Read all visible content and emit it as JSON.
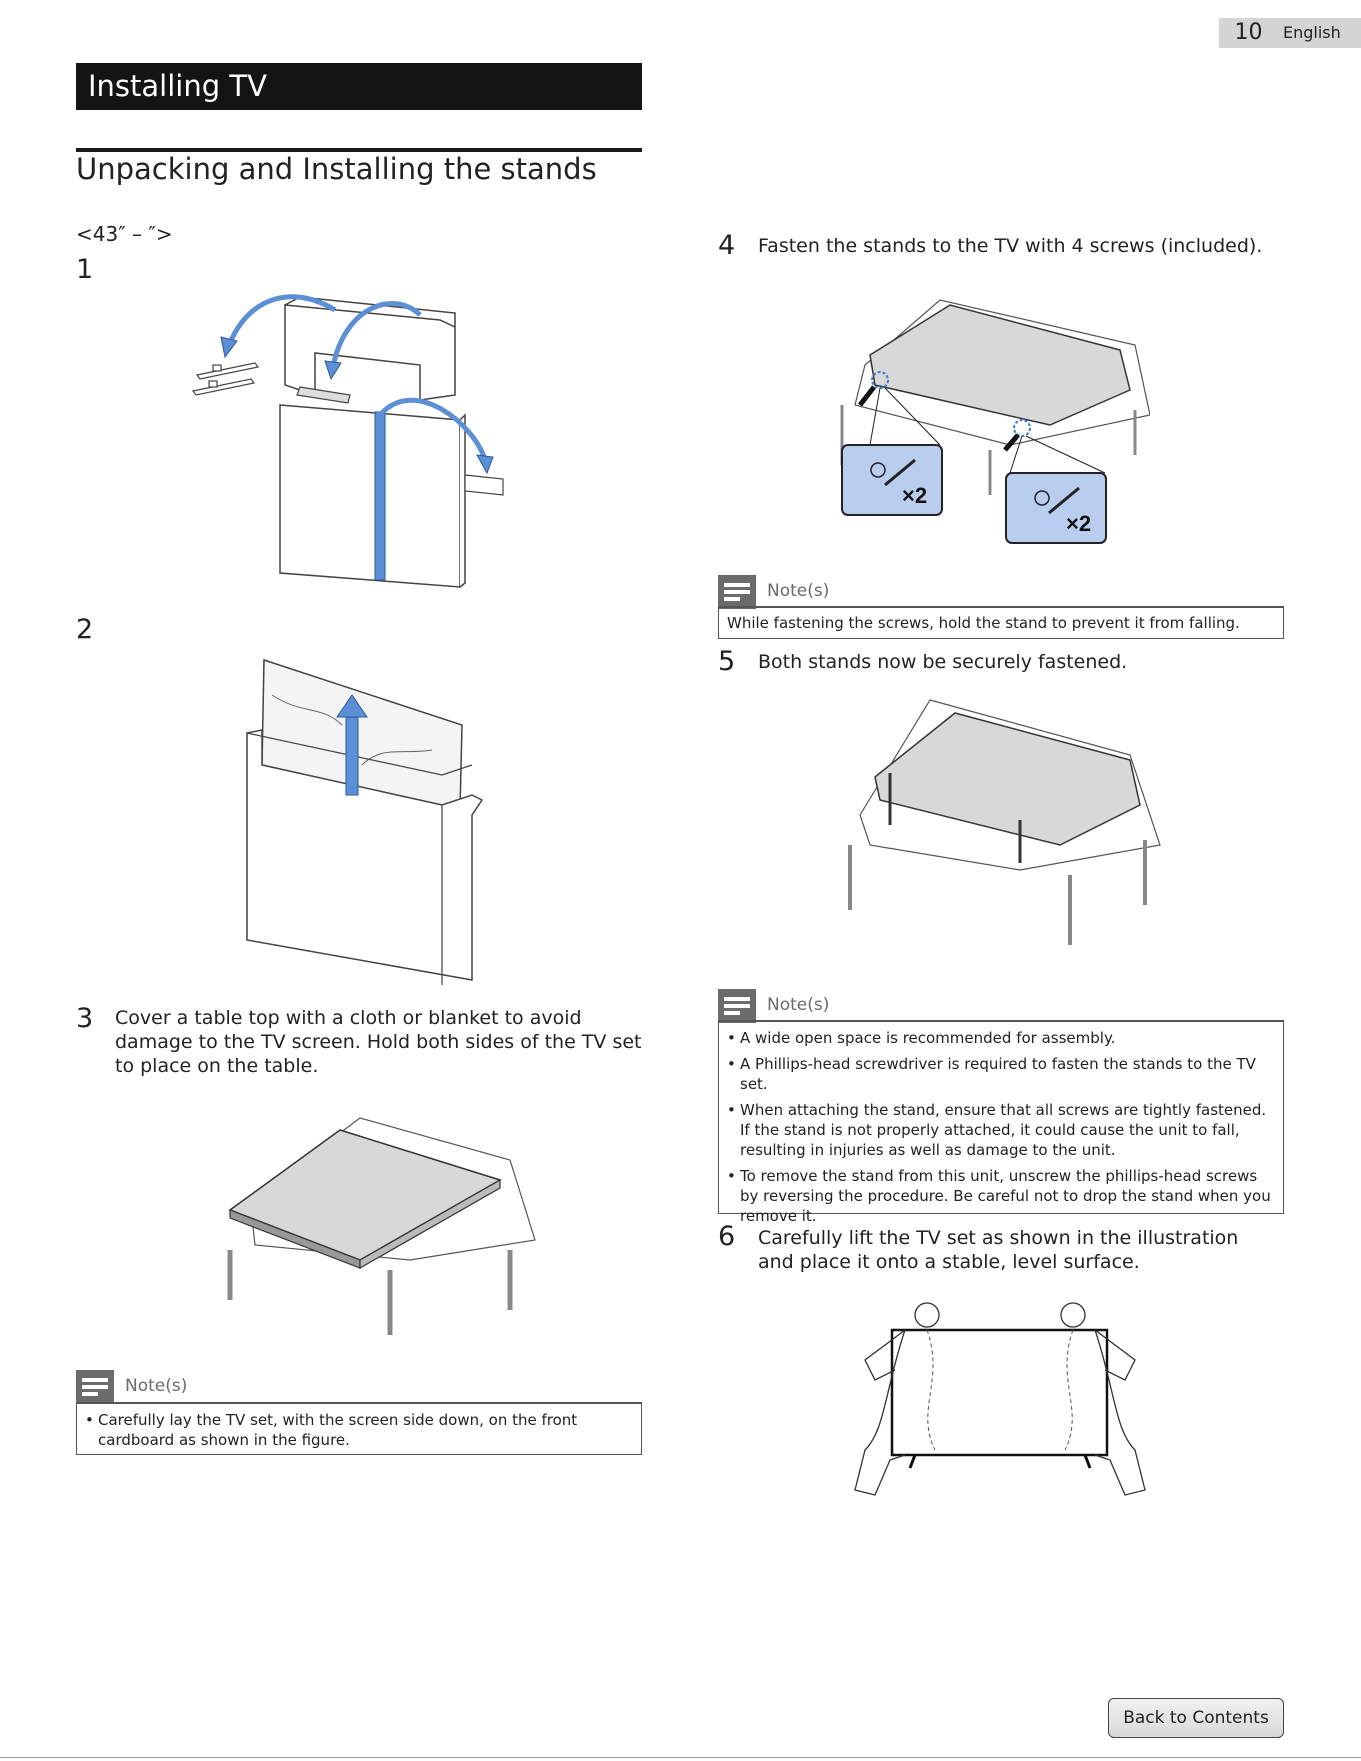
{
  "header": {
    "page_number": "10",
    "language": "English"
  },
  "section_title": "Installing TV",
  "subsection_title": "Unpacking and Installing the stands",
  "size_label": "<43″ –      ″>",
  "steps": {
    "s1": {
      "num": "1",
      "text": ""
    },
    "s2": {
      "num": "2",
      "text": ""
    },
    "s3": {
      "num": "3",
      "text": "Cover a table top with a cloth or blanket to avoid damage to the TV screen. Hold both sides of the TV set to place on the table."
    },
    "s4": {
      "num": "4",
      "text": "Fasten the stands to the TV with 4 screws (included)."
    },
    "s5": {
      "num": "5",
      "text": "Both stands now be securely fastened."
    },
    "s6": {
      "num": "6",
      "text": "Carefully lift the TV set as shown in the illustration and place it onto a stable, level surface."
    }
  },
  "notes": {
    "label": "Note(s)",
    "n1": {
      "items": [
        "Carefully lay the TV set, with the screen side down, on the front cardboard as shown in the figure."
      ]
    },
    "n2": {
      "text": "While fastening the screws, hold the stand to prevent it from falling."
    },
    "n3": {
      "items": [
        "A wide open space is recommended for assembly.",
        "A Phillips-head screwdriver is required to fasten the stands to the TV set.",
        "When attaching the stand, ensure that all screws are tightly fastened. If the stand is not properly attached, it could cause the unit to fall, resulting in injuries as well as damage to the unit.",
        "To remove the stand from this unit, unscrew the phillips-head screws by reversing the procedure. Be careful not to drop the stand when you remove it."
      ]
    }
  },
  "screw_count": "×2",
  "back_button": "Back to Contents",
  "colors": {
    "accent": "#5b8fd6",
    "dark": "#141414",
    "note_gray": "#6b6b6b",
    "badge": "#d4d4d4"
  }
}
